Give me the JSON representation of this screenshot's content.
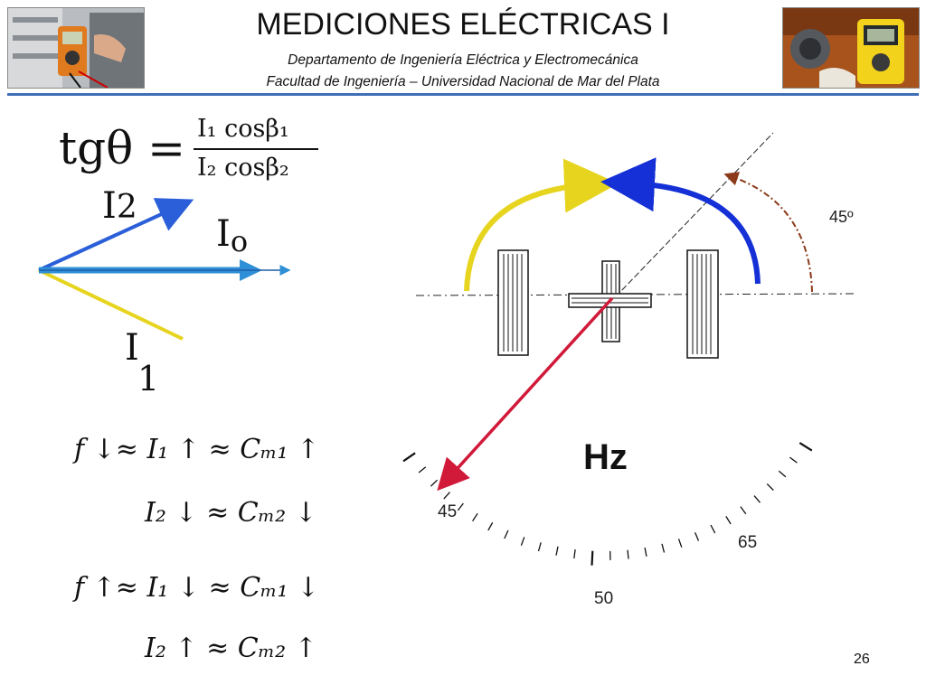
{
  "header": {
    "title": "MEDICIONES ELÉCTRICAS I",
    "department": "Departamento de Ingeniería Eléctrica y Electromecánica",
    "faculty": "Facultad de Ingeniería – Universidad Nacional de Mar del Plata",
    "accent_color": "#3f6fb5"
  },
  "formula": {
    "lhs": "tgθ =",
    "numerator": "I₁ cosβ₁",
    "denominator": "I₂ cosβ₂"
  },
  "phasors": {
    "i2_label": "I",
    "i2_sub": "2",
    "io_label": "I",
    "io_sub": "o",
    "i1_label": "I",
    "i1_sub": "1"
  },
  "equations": {
    "case1_line1": "f ↓≈ I₁ ↑ ≈ Cₘ₁ ↑",
    "case1_line2": "I₂ ↓ ≈ Cₘ₂ ↓",
    "case2_line1": "f ↑≈ I₁ ↓ ≈ Cₘ₁ ↓",
    "case2_line2": "I₂ ↑ ≈ Cₘ₂ ↑"
  },
  "instrument": {
    "angle_label": "45º",
    "unit_label": "Hz",
    "scale_min": "45",
    "scale_mid": "50",
    "scale_max": "65"
  },
  "colors": {
    "i1": "#e6d41e",
    "i2": "#2b5fd9",
    "io": "#2e8fd6",
    "pointer": "#d11a3a",
    "angle_arc": "#8b3a1a",
    "coil_yellow": "#e6d41e",
    "coil_blue": "#1430d6"
  },
  "footer": {
    "page_number": "26"
  }
}
